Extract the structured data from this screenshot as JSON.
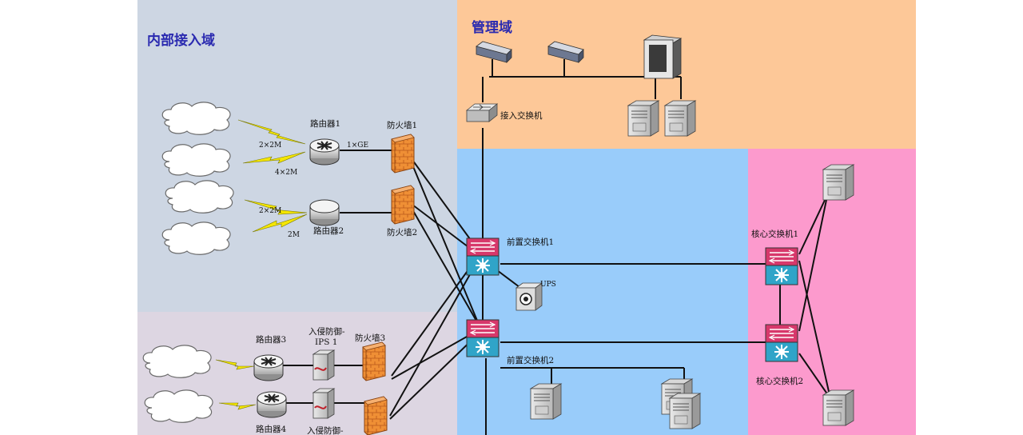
{
  "zones": {
    "internal_access": "内部接入域",
    "management": "管理域"
  },
  "devices": {
    "router1": "路由器1",
    "router2": "路由器2",
    "router3": "路由器3",
    "router4": "路由器4",
    "firewall1": "防火墙1",
    "firewall2": "防火墙2",
    "firewall3": "防火墙3",
    "access_switch": "接入交换机",
    "front_switch1": "前置交换机1",
    "front_switch2": "前置交换机2",
    "core_switch1": "核心交换机1",
    "core_switch2": "核心交换机2",
    "ups": "UPS",
    "ips1_line1": "入侵防御-",
    "ips1_line2": "IPS 1",
    "ips2_line1": "入侵防御-"
  },
  "links": {
    "ge": "1×GE",
    "r1_a": "2×2M",
    "r1_b": "4×2M",
    "r2_a": "2×2M",
    "r2_b": "2M"
  },
  "colors": {
    "internal_zone": "#cdd6e3",
    "internal_zone_lower": "#ddd6e2",
    "management_zone": "#fdc898",
    "front_zone": "#99ccfa",
    "core_zone": "#fc9acd",
    "lightning": "#f5e600",
    "firewall": "#e8862e"
  }
}
